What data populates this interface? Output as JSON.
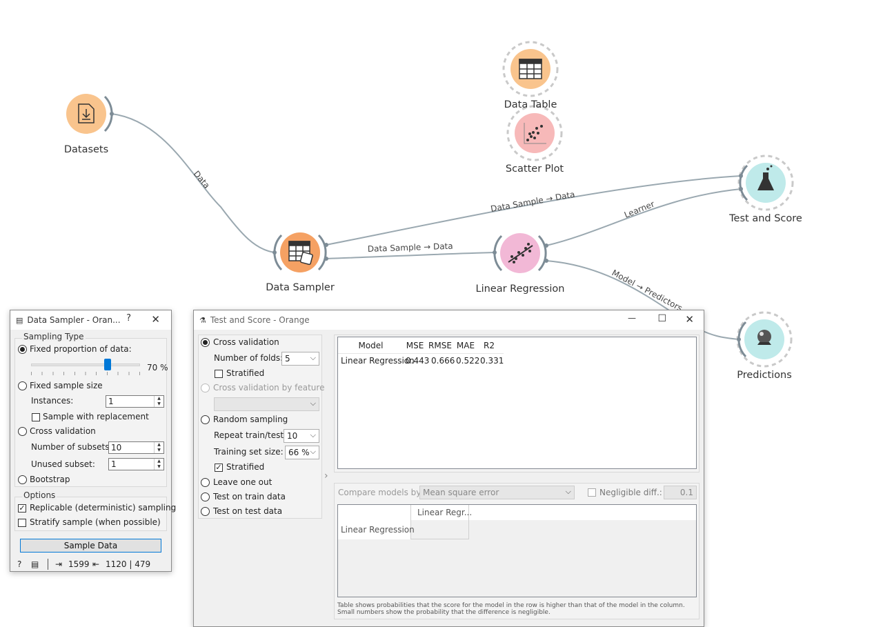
{
  "canvas": {
    "nodes": {
      "datasets": "Datasets",
      "data_table": "Data Table",
      "scatter_plot": "Scatter Plot",
      "data_sampler": "Data Sampler",
      "linear_regression": "Linear Regression",
      "test_and_score": "Test and Score",
      "predictions": "Predictions"
    },
    "links": {
      "datasets_to_sampler": "Data",
      "sampler_to_testscore": "Data Sample → Data",
      "sampler_to_linreg": "Data Sample → Data",
      "linreg_to_testscore": "Learner",
      "linreg_to_predictions": "Model → Predictors"
    },
    "colors": {
      "orange_node": "#f9c48d",
      "scatter_node": "#f7b9b9",
      "regression_node": "#f2b8d6",
      "teal_node": "#bfeaea",
      "link": "#9aa8b0"
    }
  },
  "sampler_window": {
    "title": "Data Sampler - Oran...",
    "help_button": "?",
    "close_button": "✕",
    "sampling_type": {
      "title": "Sampling Type",
      "fixed_proportion": "Fixed proportion of data:",
      "slider_value": "70 %",
      "slider_fraction": 0.7,
      "fixed_sample_size": "Fixed sample size",
      "instances_label": "Instances:",
      "instances_value": "1",
      "replacement": "Sample with replacement",
      "cross_validation": "Cross validation",
      "subsets_label": "Number of subsets:",
      "subsets_value": "10",
      "unused_label": "Unused subset:",
      "unused_value": "1",
      "bootstrap": "Bootstrap"
    },
    "options": {
      "title": "Options",
      "replicable": "Replicable (deterministic) sampling",
      "stratify": "Stratify sample (when possible)"
    },
    "sample_button": "Sample Data",
    "status": {
      "input_count": "1599",
      "output_count": "1120 | 479"
    }
  },
  "testscore_window": {
    "title": "Test and Score - Orange",
    "minimize": "—",
    "maximize": "☐",
    "close": "✕",
    "left": {
      "cross_validation": "Cross validation",
      "folds_label": "Number of folds:",
      "folds_value": "5",
      "stratified": "Stratified",
      "cv_by_feature": "Cross validation by feature",
      "random_sampling": "Random sampling",
      "repeat_label": "Repeat train/test:",
      "repeat_value": "10",
      "train_size_label": "Training set size:",
      "train_size_value": "66 %",
      "stratified2": "Stratified",
      "leave_one_out": "Leave one out",
      "test_on_train": "Test on train data",
      "test_on_test": "Test on test data"
    },
    "results": {
      "headers": [
        "Model",
        "MSE",
        "RMSE",
        "MAE",
        "R2"
      ],
      "rows": [
        [
          "Linear Regression",
          "0.443",
          "0.666",
          "0.522",
          "0.331"
        ]
      ]
    },
    "compare": {
      "label": "Compare models by:",
      "metric": "Mean square error",
      "negligible_label": "Negligible diff.:",
      "negligible_value": "0.1",
      "col_header": "Linear Regr...",
      "row_header": "Linear Regression",
      "note": "Table shows probabilities that the score for the model in the row is higher than that of the model in the column. Small numbers show the probability that the difference is negligible."
    }
  }
}
